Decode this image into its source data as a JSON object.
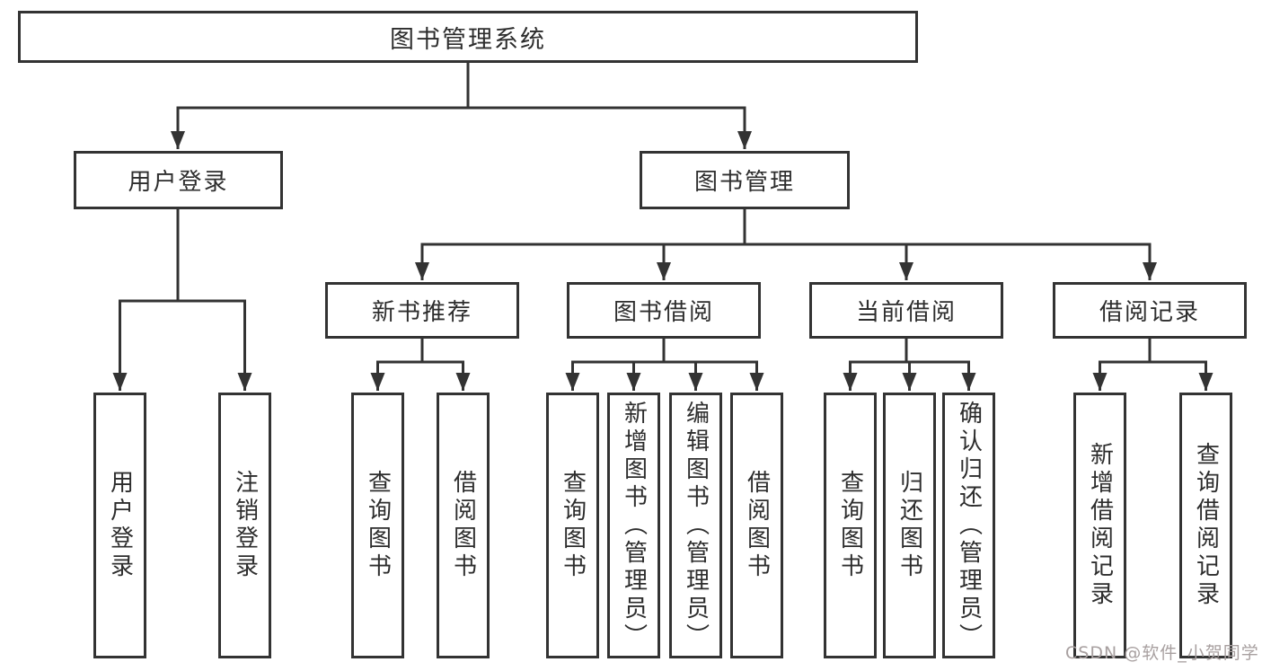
{
  "diagram": {
    "type": "tree",
    "root": {
      "label": "图书管理系统",
      "children": [
        {
          "label": "用户登录",
          "children": [
            {
              "label": "用户登录"
            },
            {
              "label": "注销登录"
            }
          ]
        },
        {
          "label": "图书管理",
          "children": [
            {
              "label": "新书推荐",
              "children": [
                {
                  "label": "查询图书"
                },
                {
                  "label": "借阅图书"
                }
              ]
            },
            {
              "label": "图书借阅",
              "children": [
                {
                  "label": "查询图书"
                },
                {
                  "label": "新增图书（管理员）"
                },
                {
                  "label": "编辑图书（管理员）"
                },
                {
                  "label": "借阅图书"
                }
              ]
            },
            {
              "label": "当前借阅",
              "children": [
                {
                  "label": "查询图书"
                },
                {
                  "label": "归还图书"
                },
                {
                  "label": "确认归还（管理员）"
                }
              ]
            },
            {
              "label": "借阅记录",
              "children": [
                {
                  "label": "新增借阅记录"
                },
                {
                  "label": "查询借阅记录"
                }
              ]
            }
          ]
        }
      ]
    }
  },
  "watermark": {
    "text": "CSDN @软件_小贺同学"
  },
  "colors": {
    "line": "#333333",
    "border": "#333333",
    "text": "#2d2d2d",
    "background": "#ffffff",
    "watermark": "#a8a0a0"
  }
}
